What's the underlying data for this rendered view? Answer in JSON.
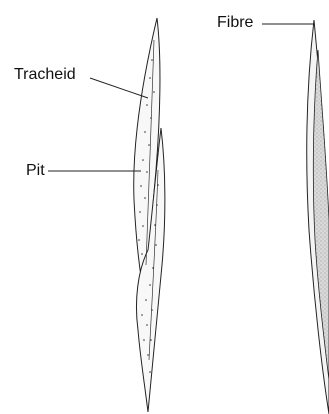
{
  "labels": {
    "tracheid": "Tracheid",
    "pit": "Pit",
    "fibre": "Fibre"
  },
  "colors": {
    "line": "#222222",
    "cell_fill": "#f7f7f7",
    "fibre_fill": "#d6d6d6",
    "stipple": "#333333"
  }
}
